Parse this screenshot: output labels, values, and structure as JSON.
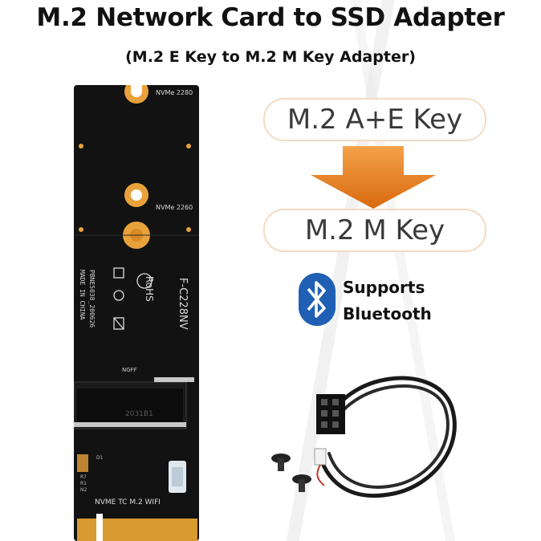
{
  "header": {
    "title": "M.2 Network Card to SSD Adapter",
    "subtitle": "(M.2 E Key to M.2 M Key Adapter)"
  },
  "conversion": {
    "from_label": "M.2 A+E Key",
    "to_label": "M.2 M Key",
    "arrow_icon": "down-arrow-icon",
    "arrow_color": "#e8841a",
    "pill_border_color": "#f3dbc2"
  },
  "bluetooth": {
    "icon": "bluetooth-icon",
    "icon_color": "#1f5fb4",
    "line1": "Supports",
    "line2": "Bluetooth"
  },
  "card": {
    "board_color": "#111111",
    "pad_color": "#e9a23b",
    "label_2280": "NVMe 2280",
    "label_2260": "NVMe 2260",
    "model": "F-C228NV",
    "part_no": "PBNE5038_200626",
    "made_in": "MADE IN CHINA",
    "rohs": "RoHS",
    "ngff": "NGFF",
    "slot_marking": "2031B1",
    "bottom_label": "NVME  TC  M.2  WIFI",
    "r7": "R7",
    "r1": "R1",
    "n2": "N2",
    "d1": "D1"
  }
}
